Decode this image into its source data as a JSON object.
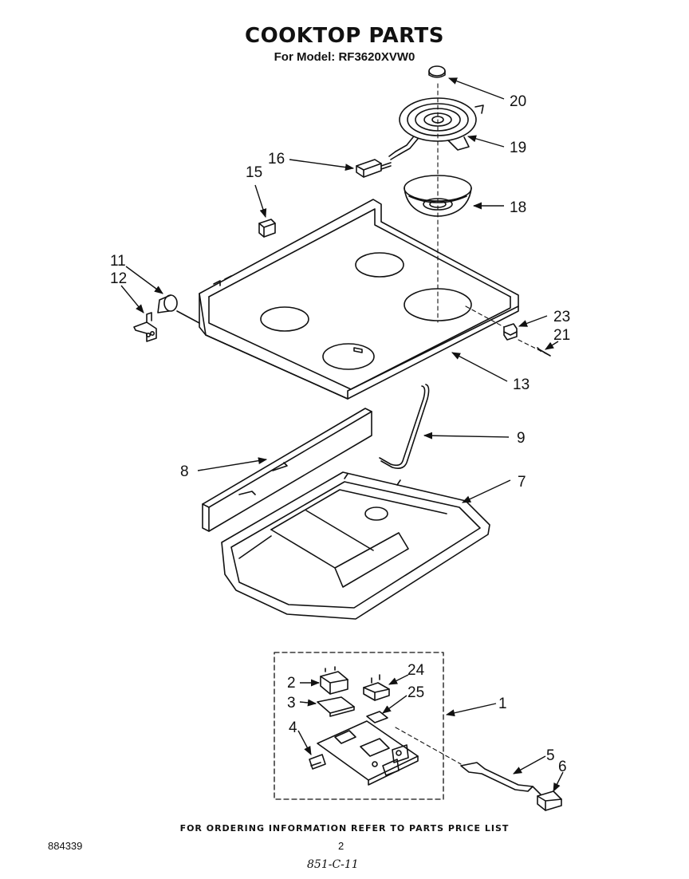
{
  "header": {
    "title": "COOKTOP PARTS",
    "subtitle": "For Model: RF3620XVW0"
  },
  "callouts": {
    "c1": "1",
    "c2": "2",
    "c3": "3",
    "c4": "4",
    "c5": "5",
    "c6": "6",
    "c7": "7",
    "c8": "8",
    "c9": "9",
    "c11": "11",
    "c12": "12",
    "c13": "13",
    "c15": "15",
    "c16": "16",
    "c18": "18",
    "c19": "19",
    "c20": "20",
    "c21": "21",
    "c23": "23",
    "c24": "24",
    "c25": "25"
  },
  "footer": {
    "ordering_note": "FOR ORDERING INFORMATION REFER TO PARTS PRICE LIST",
    "document_number": "884339",
    "page_number": "2",
    "handwritten_note": "851-C-11"
  }
}
